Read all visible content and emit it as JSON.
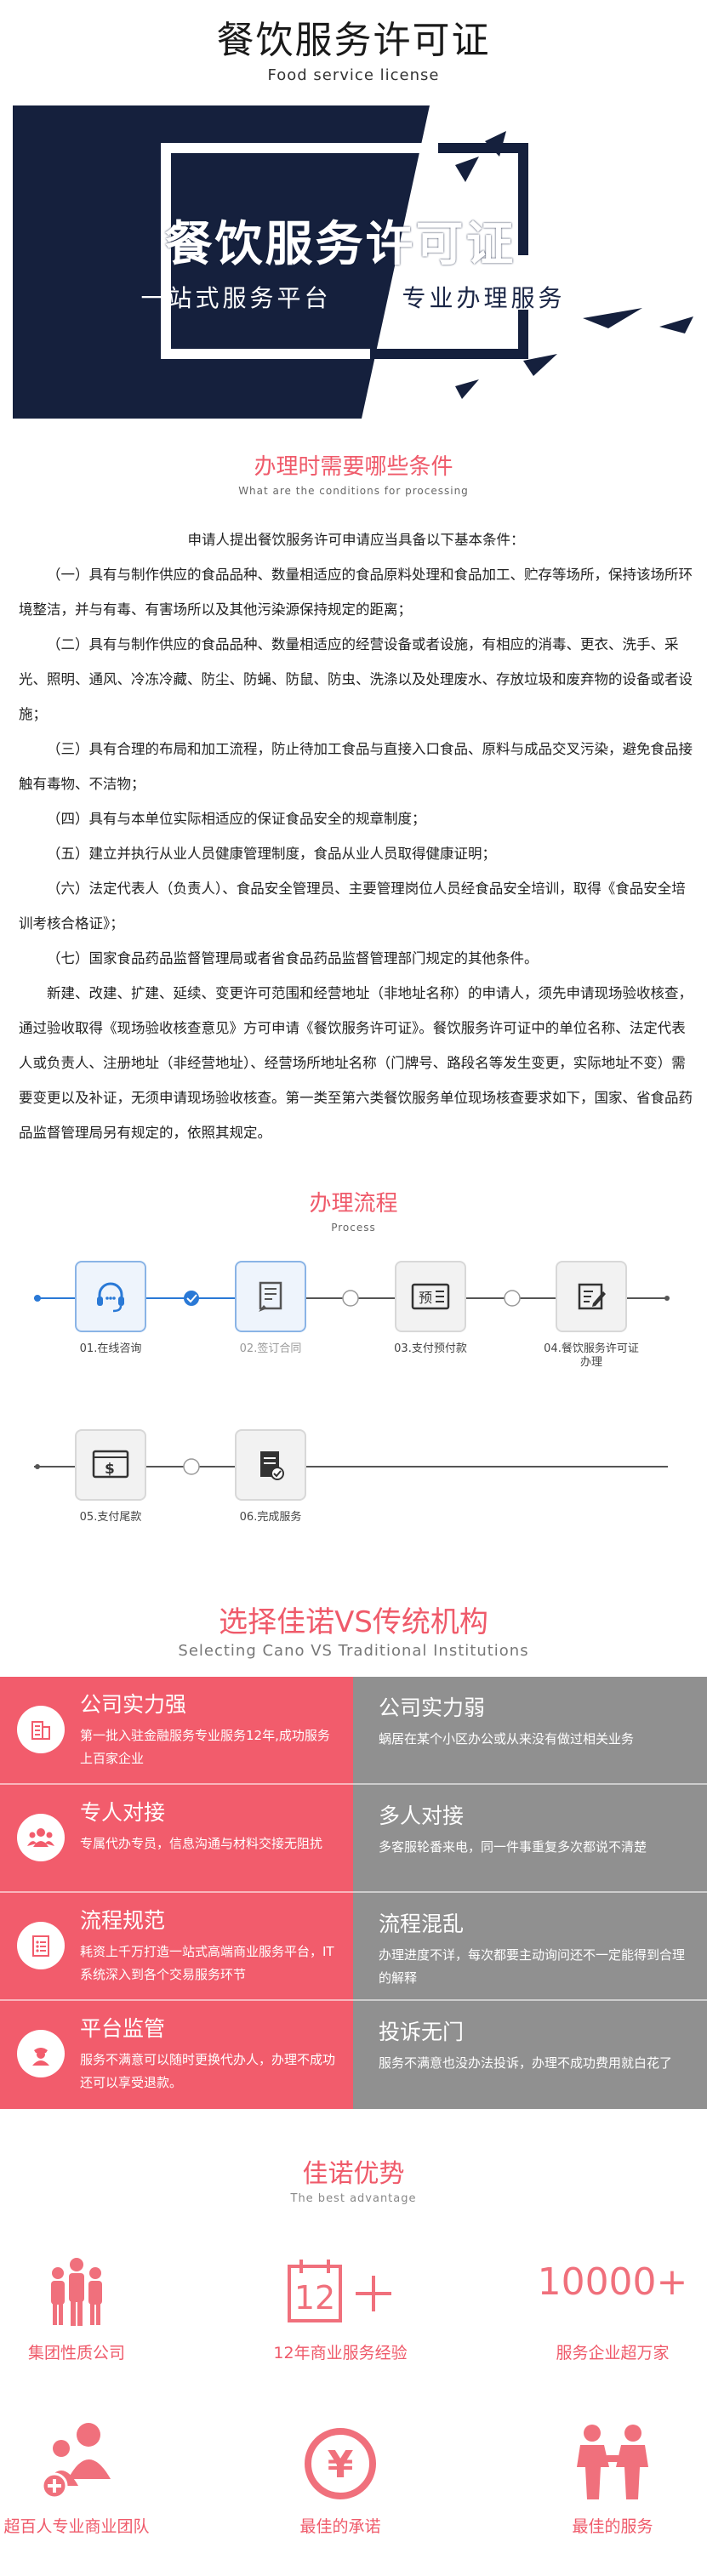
{
  "header": {
    "title": "餐饮服务许可证",
    "subtitle": "Food service license"
  },
  "banner": {
    "title": "餐饮服务许可证",
    "left_text": "一站式服务平台",
    "right_text": "专业办理服务"
  },
  "conditions": {
    "title": "办理时需要哪些条件",
    "subtitle": "What are the conditions for processing",
    "intro": "申请人提出餐饮服务许可申请应当具备以下基本条件：",
    "items": [
      "（一）具有与制作供应的食品品种、数量相适应的食品原料处理和食品加工、贮存等场所，保持该场所环境整洁，并与有毒、有害场所以及其他污染源保持规定的距离；",
      "（二）具有与制作供应的食品品种、数量相适应的经营设备或者设施，有相应的消毒、更衣、洗手、采光、照明、通风、冷冻冷藏、防尘、防蝇、防鼠、防虫、洗涤以及处理废水、存放垃圾和废弃物的设备或者设施；",
      "（三）具有合理的布局和加工流程，防止待加工食品与直接入口食品、原料与成品交叉污染，避免食品接触有毒物、不洁物；",
      "（四）具有与本单位实际相适应的保证食品安全的规章制度；",
      "（五）建立并执行从业人员健康管理制度，食品从业人员取得健康证明；",
      "（六）法定代表人（负责人）、食品安全管理员、主要管理岗位人员经食品安全培训，取得《食品安全培训考核合格证》；",
      "（七）国家食品药品监督管理局或者省食品药品监督管理部门规定的其他条件。",
      "新建、改建、扩建、延续、变更许可范围和经营地址（非地址名称）的申请人，须先申请现场验收核查，通过验收取得《现场验收核查意见》方可申请《餐饮服务许可证》。餐饮服务许可证中的单位名称、法定代表人或负责人、注册地址（非经营地址）、经营场所地址名称（门牌号、路段名等发生变更，实际地址不变）需要变更以及补证，无须申请现场验收核查。第一类至第六类餐饮服务单位现场核查要求如下，国家、省食品药品监督管理局另有规定的，依照其规定。"
    ]
  },
  "process": {
    "title": "办理流程",
    "subtitle": "Process",
    "steps": [
      {
        "label": "01.在线咨询",
        "icon": "headset-icon",
        "active": true
      },
      {
        "label": "02.签订合同",
        "icon": "sign-contract-icon",
        "active": true
      },
      {
        "label": "03.支付预付款",
        "icon": "prepay-icon",
        "active": false
      },
      {
        "label": "04.餐饮服务许可证办理",
        "icon": "edit-document-icon",
        "active": false
      },
      {
        "label": "05.支付尾款",
        "icon": "dollar-payment-icon",
        "active": false
      },
      {
        "label": "06.完成服务",
        "icon": "complete-document-icon",
        "active": false
      }
    ]
  },
  "compare": {
    "title": "选择佳诺VS传统机构",
    "subtitle": "Selecting Cano VS Traditional Institutions",
    "left": [
      {
        "title": "公司实力强",
        "desc": "第一批入驻金融服务专业服务12年,成功服务上百家企业",
        "icon": "building-icon"
      },
      {
        "title": "专人对接",
        "desc": "专属代办专员，信息沟通与材料交接无阻扰",
        "icon": "team-icon"
      },
      {
        "title": "流程规范",
        "desc": "耗资上千万打造一站式高端商业服务平台，IT系统深入到各个交易服务环节",
        "icon": "checklist-icon"
      },
      {
        "title": "平台监管",
        "desc": "服务不满意可以随时更换代办人，办理不成功还可以享受退款。",
        "icon": "supervisor-icon"
      }
    ],
    "right": [
      {
        "title": "公司实力弱",
        "desc": "蜗居在某个小区办公或从来没有做过相关业务"
      },
      {
        "title": "多人对接",
        "desc": "多客服轮番来电，同一件事重复多次都说不清楚"
      },
      {
        "title": "流程混乱",
        "desc": "办理进度不详，每次都要主动询问还不一定能得到合理的解释"
      },
      {
        "title": "投诉无门",
        "desc": "服务不满意也没办法投诉，办理不成功费用就白花了"
      }
    ]
  },
  "advantages": {
    "title": "佳诺优势",
    "subtitle": "The best advantage",
    "items": [
      {
        "label": "集团性质公司",
        "icon": "group-people-icon"
      },
      {
        "label": "12年商业服务经验",
        "icon": "calendar-12-icon",
        "number": "12"
      },
      {
        "label": "服务企业超万家",
        "icon": "",
        "number": "10000+"
      },
      {
        "label": "超百人专业商业团队",
        "icon": "professional-team-icon"
      },
      {
        "label": "最佳的承诺",
        "icon": "yuan-promise-icon",
        "symbol": "¥"
      },
      {
        "label": "最佳的服务",
        "icon": "handshake-service-icon"
      }
    ]
  },
  "colors": {
    "accent": "#ef5a6a",
    "navy": "#15203d",
    "gray": "#909090",
    "blue": "#2a79d6"
  }
}
